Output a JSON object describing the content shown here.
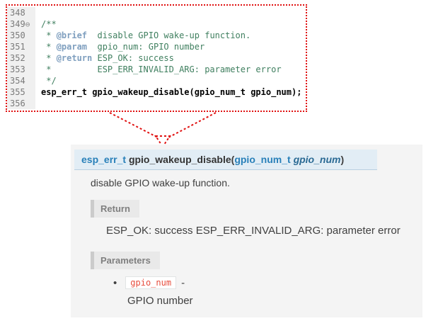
{
  "colors": {
    "annotation_red": "#e01111",
    "comment_green": "#3F7F5F",
    "doc_tag_blue": "#7F9FBF",
    "link_blue": "#2980b9",
    "param_red": "#e74c3c"
  },
  "code": {
    "lines": [
      {
        "num": "348",
        "fold": "",
        "s1": ""
      },
      {
        "num": "349",
        "fold": "⊖",
        "s1": "/**"
      },
      {
        "num": "350",
        "fold": "",
        "s1": " * ",
        "s2": "@brief",
        "s3": "  disable GPIO wake-up function."
      },
      {
        "num": "351",
        "fold": "",
        "s1": " * ",
        "s2": "@param",
        "s3": "  gpio_num: GPIO number"
      },
      {
        "num": "352",
        "fold": "",
        "s1": " * ",
        "s2": "@return",
        "s3": " ESP_OK: success"
      },
      {
        "num": "353",
        "fold": "",
        "s1": " *         ESP_ERR_INVALID_ARG: parameter error"
      },
      {
        "num": "354",
        "fold": "",
        "s1": " */"
      },
      {
        "num": "355",
        "fold": "",
        "s1": "esp_err_t gpio_wakeup_disable(gpio_num_t gpio_num);"
      },
      {
        "num": "356",
        "fold": "",
        "s1": ""
      }
    ]
  },
  "docs": {
    "signature": {
      "ret": "esp_err_t ",
      "name": "gpio_wakeup_disable",
      "open": "(",
      "ptype": "gpio_num_t ",
      "pname": "gpio_num",
      "close": ")"
    },
    "description": "disable GPIO wake-up function.",
    "return_label": "Return",
    "return_text": "ESP_OK: success ESP_ERR_INVALID_ARG: parameter error",
    "parameters_label": "Parameters",
    "param": {
      "bullet": "•",
      "name": "gpio_num",
      "dash": " - ",
      "desc": "GPIO number"
    }
  }
}
